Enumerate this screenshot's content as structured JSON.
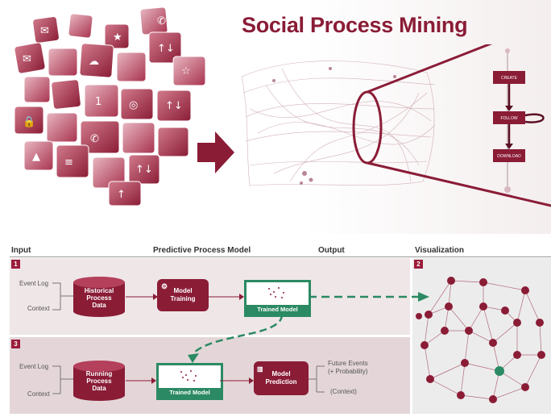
{
  "title": "Social Process Mining",
  "process_steps": [
    "CREATE",
    "FOLLOW",
    "DOWNLOAD"
  ],
  "headers": {
    "input": "Input",
    "model": "Predictive Process Model",
    "output": "Output",
    "visualization": "Visualization"
  },
  "row1": {
    "number": "1",
    "event_log": "Event Log",
    "context": "Context",
    "data_line1": "Historical",
    "data_line2": "Process",
    "data_line3": "Data",
    "training_line1": "Model",
    "training_line2": "Training",
    "trained_model": "Trained Model"
  },
  "vis": {
    "number": "2"
  },
  "row3": {
    "number": "3",
    "event_log": "Event Log",
    "context": "Context",
    "data_line1": "Running",
    "data_line2": "Process",
    "data_line3": "Data",
    "trained_model": "Trained Model",
    "prediction_line1": "Model",
    "prediction_line2": "Prediction",
    "future_line1": "Future Events",
    "future_line2": "(+ Probability)",
    "future_context": "(Context)"
  },
  "colors": {
    "brand": "#8a1c36",
    "model_green": "#2b8a63",
    "panel": "#efe6e7"
  }
}
